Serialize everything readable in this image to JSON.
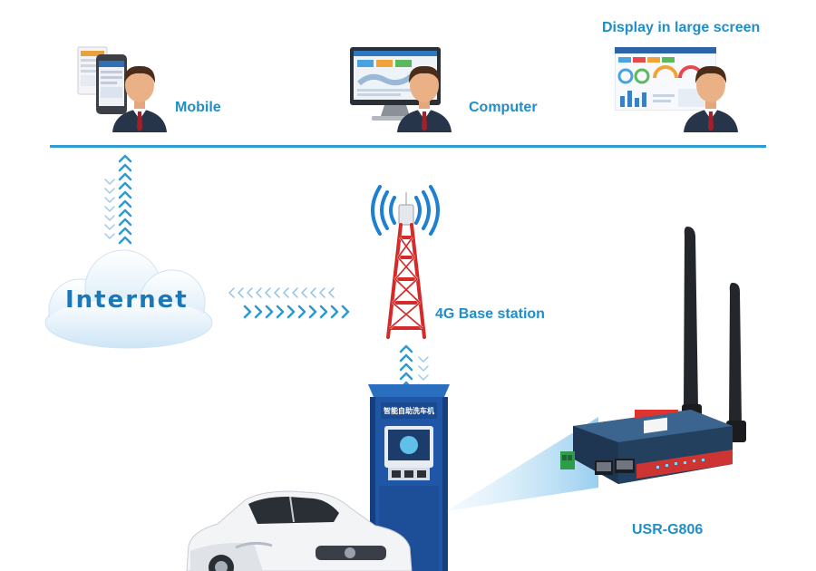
{
  "labels": {
    "mobile": "Mobile",
    "computer": "Computer",
    "large_screen": "Display in large screen",
    "internet": "Internet",
    "base_station": "4G Base station",
    "device": "USR-G806",
    "kiosk_title": "智能自助洗车机"
  },
  "colors": {
    "label_blue": "#1f8ec9",
    "divider": "#2f9bd0",
    "arrow": "#3aa0d8",
    "tower_red": "#d42a2a",
    "kiosk_blue": "#1f56a6",
    "device_body": "#24405f",
    "device_accent": "#e0332e"
  },
  "icons": [
    "person-icon",
    "phone-icon",
    "monitor-icon",
    "dashboard-icon",
    "cloud-icon",
    "tower-icon",
    "signal-waves-icon",
    "kiosk-icon",
    "car-icon",
    "router-icon",
    "antenna-icon"
  ]
}
